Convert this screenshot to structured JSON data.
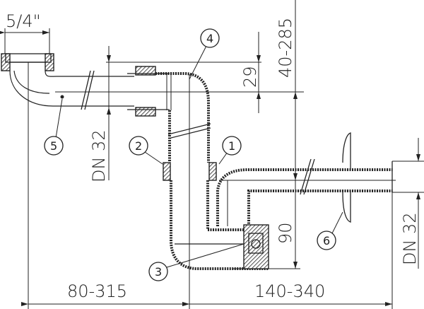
{
  "drawing": {
    "type": "technical drawing",
    "subject": "space-saving siphon (trap) with wall connection",
    "colors": {
      "line": "#222222",
      "background": "#ffffff"
    },
    "dimensions": {
      "inlet_thread": "5/4\"",
      "inlet_dn": "DN 32",
      "drop_29": "29",
      "height_range": "40-285",
      "trap_height": "90",
      "outlet_dn": "DN 32",
      "left_range": "80-315",
      "right_range": "140-340"
    },
    "callouts": [
      {
        "id": "1",
        "label": "1"
      },
      {
        "id": "2",
        "label": "2"
      },
      {
        "id": "3",
        "label": "3"
      },
      {
        "id": "4",
        "label": "4"
      },
      {
        "id": "5",
        "label": "5"
      },
      {
        "id": "6",
        "label": "6"
      }
    ]
  }
}
